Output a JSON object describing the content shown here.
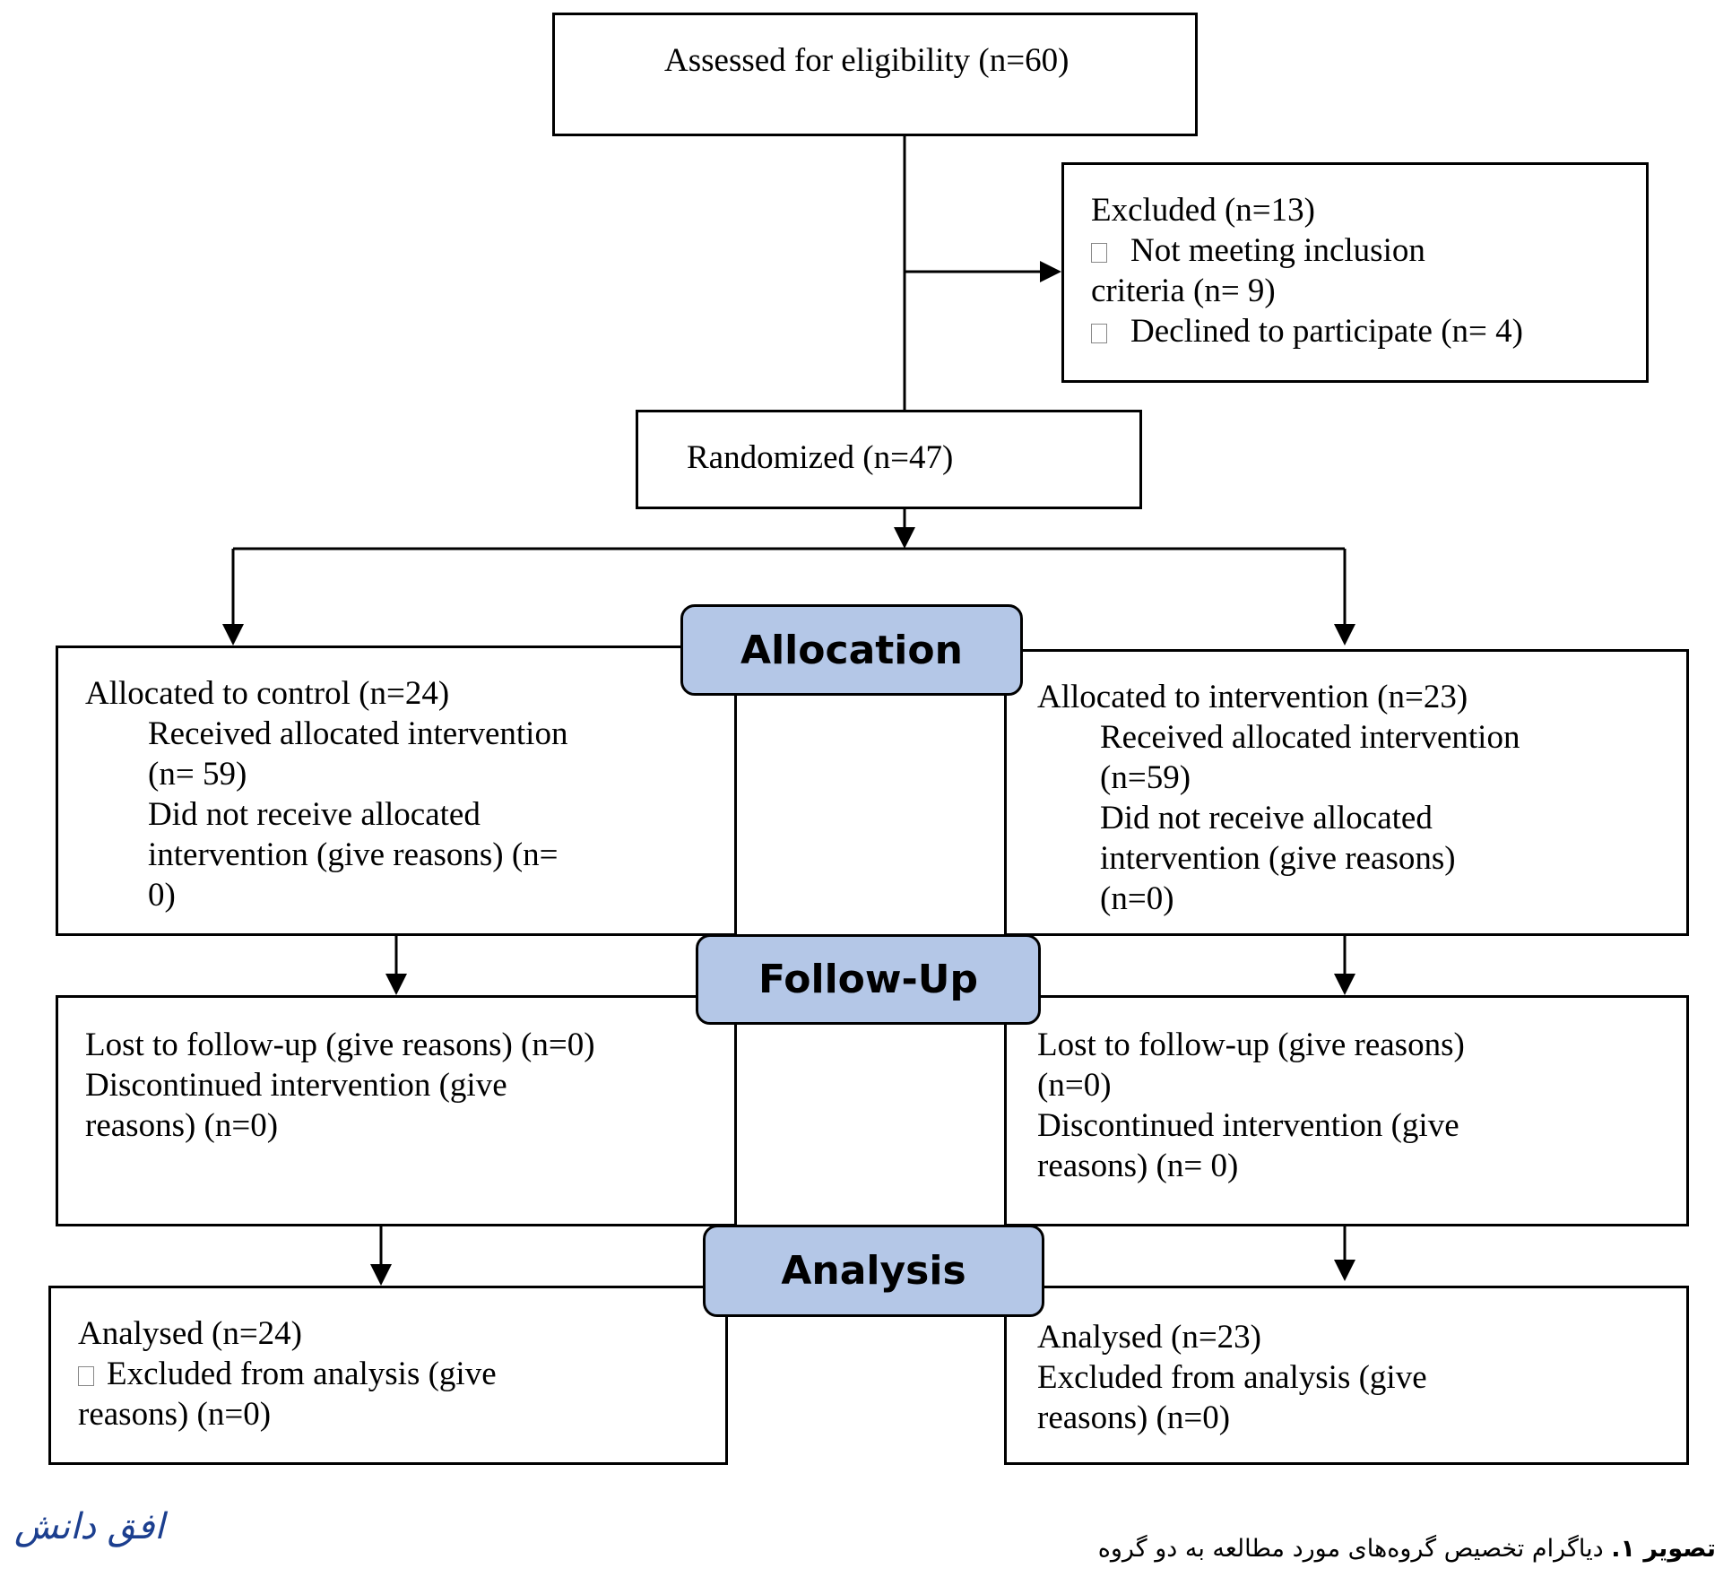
{
  "eligibility": {
    "text": "Assessed for eligibility (n=60)"
  },
  "excluded": {
    "title": "Excluded (n=13)",
    "item1_a": "Not meeting inclusion",
    "item1_b": "criteria (n= 9)",
    "item2": "Declined to participate (n= 4)"
  },
  "randomized": {
    "text": "Randomized (n=47)"
  },
  "stages": {
    "allocation": "Allocation",
    "followup": "Follow-Up",
    "analysis": "Analysis"
  },
  "alloc_control": {
    "l1": "Allocated to control (n=24)",
    "l2": " Received allocated intervention",
    "l3": "(n= 59)",
    "l4": "Did not receive allocated",
    "l5": "intervention (give reasons) (n=",
    "l6": "0)"
  },
  "alloc_intervention": {
    "l1": "Allocated to intervention (n=23)",
    "l2": " Received allocated intervention",
    "l3": "(n=59)",
    "l4": " Did not receive allocated",
    "l5": "intervention (give reasons)",
    "l6": "(n=0)"
  },
  "follow_control": {
    "l1": "Lost to follow-up (give reasons) (n=0)",
    "l2": "Discontinued intervention (give",
    "l3": "reasons) (n=0)"
  },
  "follow_intervention": {
    "l1": "Lost to follow-up (give reasons)",
    "l2": "(n=0)",
    "l3": "Discontinued intervention (give",
    "l4": "reasons) (n= 0)"
  },
  "analysis_control": {
    "l1": "Analysed (n=24)",
    "l2": "Excluded from analysis (give",
    "l3": "reasons) (n=0)"
  },
  "analysis_intervention": {
    "l1": "Analysed (n=23)",
    "l2": "Excluded from analysis (give",
    "l3": "reasons) (n=0)"
  },
  "caption": {
    "label": "تصویر ۱.",
    "text": " دیاگرام تخصیص گروه‌های مورد مطالعه به دو گروه"
  },
  "logo": {
    "text": "افق دانش"
  },
  "colors": {
    "stage_fill": "#b4c7e7",
    "line": "#000000",
    "logo": "#1c3f8f"
  }
}
